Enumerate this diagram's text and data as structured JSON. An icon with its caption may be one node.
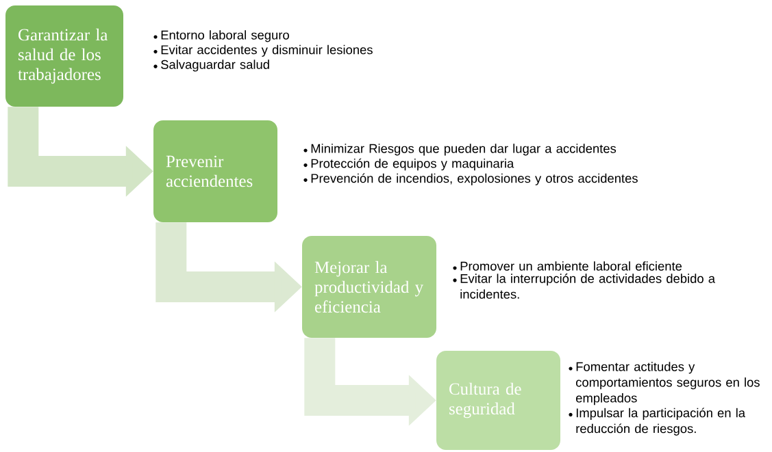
{
  "diagram": {
    "nodes": [
      {
        "text": [
          "Garantizar la salud de los trabajadores"
        ],
        "beside": [
          "Entorno laboral seguro",
          "Evitar accidentes y disminuir lesiones",
          "Salvaguardar salud"
        ]
      },
      {
        "text": [
          "Prevenir acciendentes"
        ],
        "beside": [
          "Minimizar Riesgos que pueden dar lugar a accidentes",
          "Protección de equipos y maquinaria",
          "Prevención de incendios, expolosiones y otros accidentes"
        ]
      },
      {
        "text": [
          "Mejorar la productividad y eficiencia"
        ],
        "beside": [
          "Promover un ambiente laboral eficiente",
          "Evitar la interrupción de actividades debido a incidentes."
        ]
      },
      {
        "text": [
          "Cultura de seguridad"
        ],
        "beside": [
          "Fomentar actitudes y comportamientos seguros en los empleados",
          "Impulsar la participación en la reducción de riesgos."
        ]
      }
    ],
    "edges": [
      {
        "from": 0,
        "to": 1,
        "arrow": "to",
        "color": "#d3e5c6"
      },
      {
        "from": 1,
        "to": 2,
        "arrow": "to",
        "color": "#dce9d2"
      },
      {
        "from": 2,
        "to": 3,
        "arrow": "to",
        "color": "#e4eedc"
      }
    ]
  }
}
